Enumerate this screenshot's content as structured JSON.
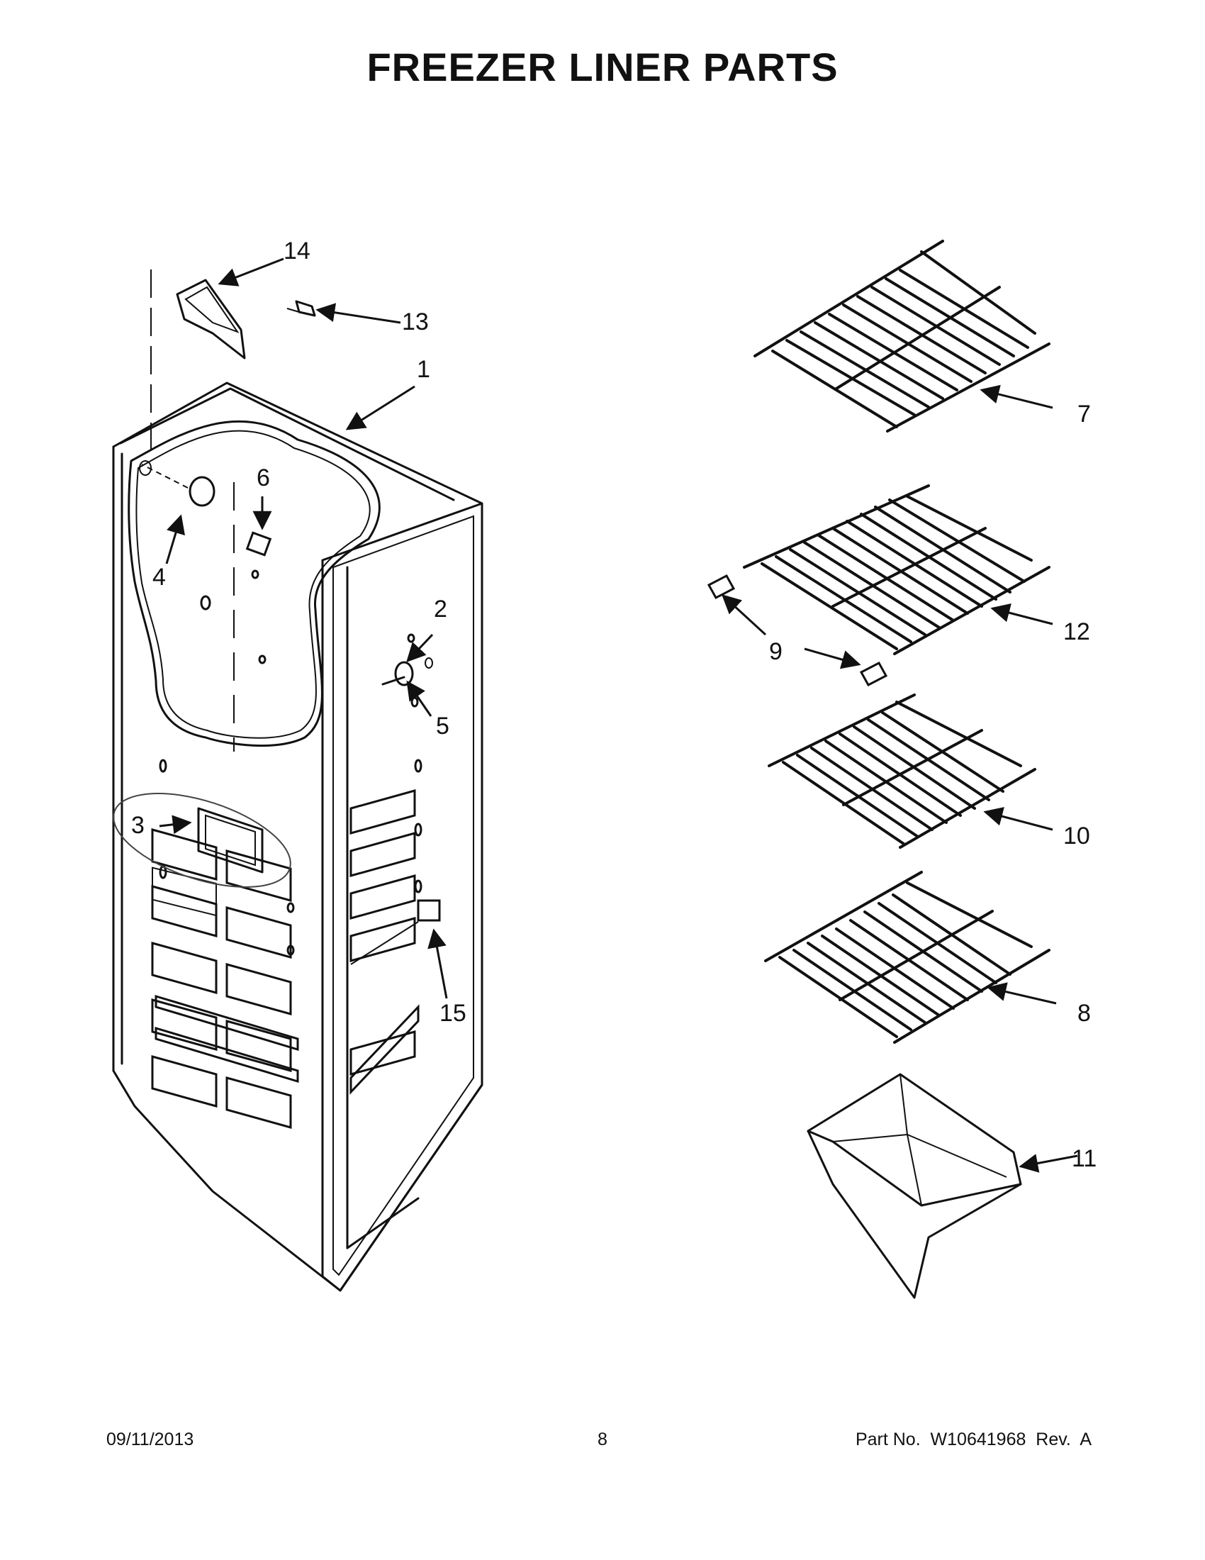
{
  "title": "FREEZER LINER PARTS",
  "callouts": {
    "c1": "1",
    "c2": "2",
    "c3": "3",
    "c4": "4",
    "c5": "5",
    "c6": "6",
    "c7": "7",
    "c8": "8",
    "c9": "9",
    "c10": "10",
    "c11": "11",
    "c12": "12",
    "c13": "13",
    "c14": "14",
    "c15": "15"
  },
  "footer": {
    "date": "09/11/2013",
    "page": "8",
    "part": "Part No.  W10641968  Rev.  A"
  }
}
